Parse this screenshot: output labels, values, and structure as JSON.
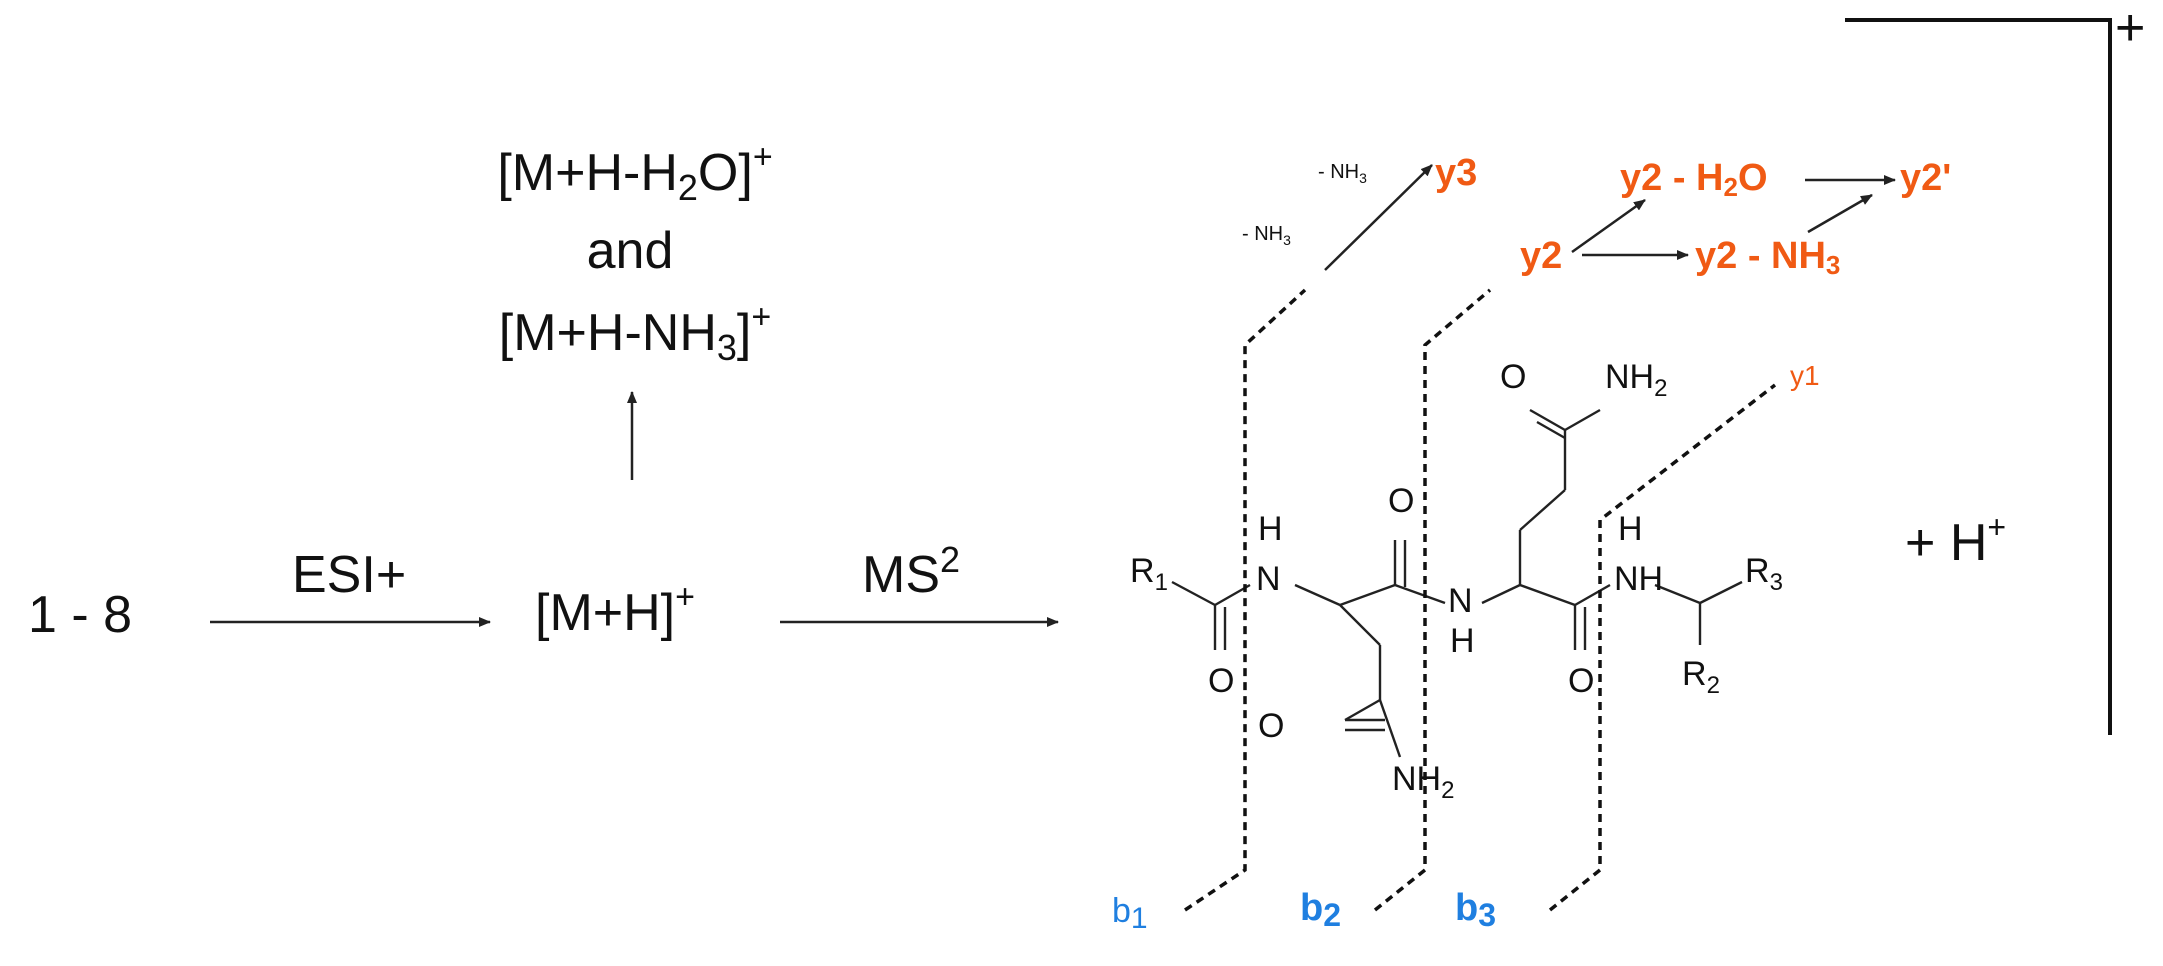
{
  "scheme": {
    "start_compound": "1 - 8",
    "step1_label": "ESI+",
    "precursor": "[M+H]",
    "precursor_charge": "+",
    "step2_label": "MS",
    "step2_superscript": "2",
    "losses": {
      "line1_a": "[M+H-H",
      "line1_sub": "2",
      "line1_b": "O]",
      "line1_charge": "+",
      "line2": "and",
      "line3_a": "[M+H-NH",
      "line3_sub": "3",
      "line3_b": "]",
      "line3_charge": "+"
    },
    "proton": {
      "text": "+ H",
      "charge": "+"
    },
    "bracket_charge": "+"
  },
  "structure": {
    "r1": "R",
    "r1_sub": "1",
    "r2": "R",
    "r2_sub": "2",
    "r3": "R",
    "r3_sub": "3",
    "h": "H",
    "n": "N",
    "o": "O",
    "nh": "NH",
    "nh2": "NH",
    "nh2_sub": "2"
  },
  "fragments": {
    "y3": "y3",
    "y3_loss_a": "- NH",
    "y3_loss_a_sub": "3",
    "y3_loss_b": "- NH",
    "y3_loss_b_sub": "3",
    "y2": "y2",
    "y2_h2o_a": "y2 - H",
    "y2_h2o_sub": "2",
    "y2_h2o_b": "O",
    "y2_nh3_a": "y2 - NH",
    "y2_nh3_sub": "3",
    "y2_prime": "y2'",
    "y1": "y1",
    "b1": "b",
    "b1_sub": "1",
    "b2": "b",
    "b2_sub": "2",
    "b3": "b",
    "b3_sub": "3"
  },
  "colors": {
    "y_ions": "#f05a14",
    "b_ions": "#1f7fe0",
    "text": "#111111"
  }
}
